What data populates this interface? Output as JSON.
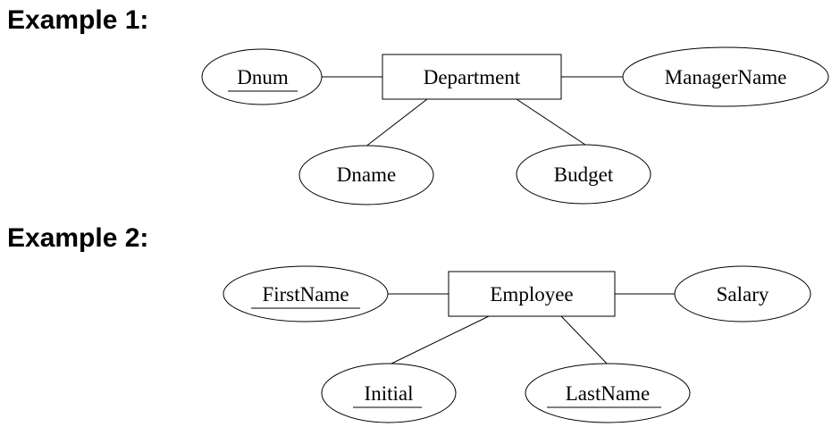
{
  "examples": [
    {
      "heading": "Example 1:",
      "entity": "Department",
      "attributes": [
        {
          "name": "Dnum",
          "key": true
        },
        {
          "name": "ManagerName",
          "key": false
        },
        {
          "name": "Dname",
          "key": false
        },
        {
          "name": "Budget",
          "key": false
        }
      ]
    },
    {
      "heading": "Example 2:",
      "entity": "Employee",
      "attributes": [
        {
          "name": "FirstName",
          "key": true
        },
        {
          "name": "Salary",
          "key": false
        },
        {
          "name": "Initial",
          "key": true
        },
        {
          "name": "LastName",
          "key": true
        }
      ]
    }
  ]
}
